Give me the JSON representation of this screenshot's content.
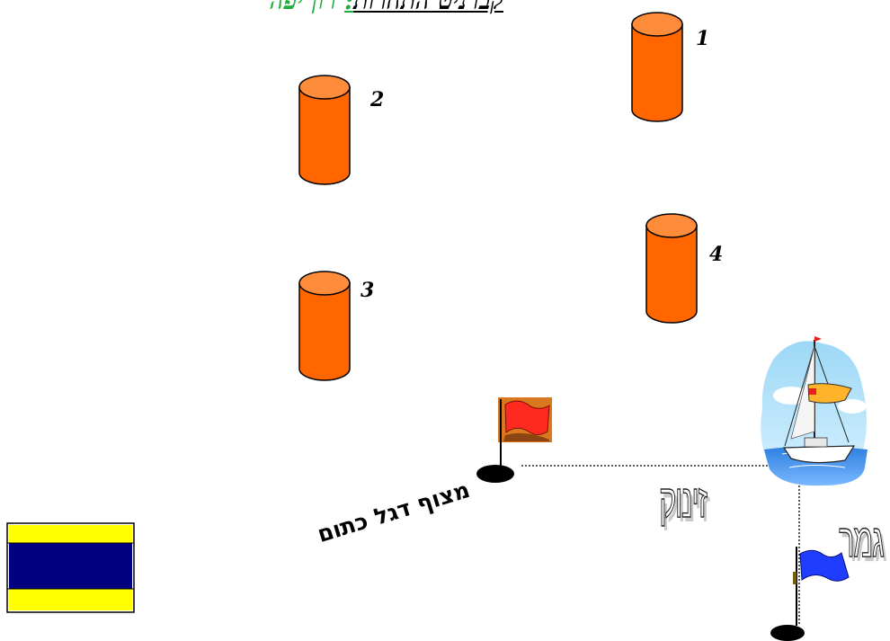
{
  "header": {
    "label": "קברניט התחרות",
    "colon": ":",
    "name": "רון יפה"
  },
  "buoys": [
    {
      "number": "1",
      "color": "#ff6600"
    },
    {
      "number": "2",
      "color": "#ff6600"
    },
    {
      "number": "3",
      "color": "#ff6600"
    },
    {
      "number": "4",
      "color": "#ff6600"
    }
  ],
  "labels": {
    "start_buoy": "מצוף דגל כתום",
    "start_line": "זינוק",
    "finish": "גמר"
  },
  "colors": {
    "buoy_fill": "#ff6600",
    "buoy_top": "#ff8c3a",
    "flag_red": "#ff2a1f",
    "flag_blue": "#1f3cff",
    "signal_yellow": "#ffff00",
    "signal_blue": "#000080"
  }
}
